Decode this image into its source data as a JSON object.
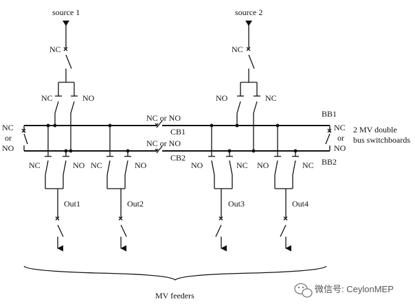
{
  "labels": {
    "source1": "source 1",
    "source2": "source 2",
    "bb1": "BB1",
    "bb2": "BB2",
    "cb1": "CB1",
    "cb2": "CB2",
    "nc_or_no": "NC or NO",
    "nc": "NC",
    "no": "NO",
    "or": "or",
    "out1": "Out1",
    "out2": "Out2",
    "out3": "Out3",
    "out4": "Out4",
    "board_line1": "2 MV double",
    "board_line2": "bus switchboards",
    "feeders": "MV feeders"
  },
  "watermark": {
    "text": "微信号: CeylonMEP"
  }
}
